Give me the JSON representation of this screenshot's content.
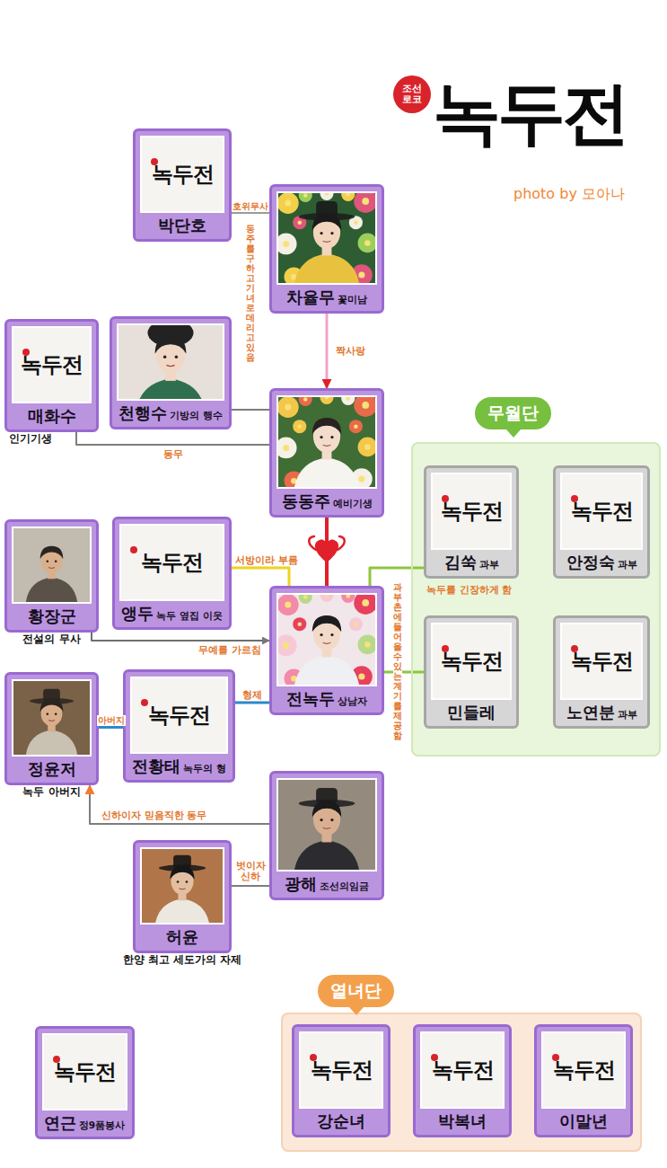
{
  "diagram": {
    "title": "녹두전",
    "nodes": [
      {
        "text": [
          "녹두전",
          "박단호"
        ]
      },
      {
        "text": [
          "차율무",
          "꽃미남"
        ]
      },
      {
        "text": [
          "녹두전",
          "매화수",
          "인기기생"
        ]
      },
      {
        "text": [
          "천행수",
          "기방의 행수"
        ]
      },
      {
        "text": [
          "동동주",
          "예비기생"
        ]
      },
      {
        "text": [
          "무월단"
        ]
      },
      {
        "text": [
          "녹두전",
          "김쑥",
          "과부"
        ],
        "in": 5
      },
      {
        "text": [
          "녹두전",
          "안정숙",
          "과부"
        ],
        "in": 5
      },
      {
        "text": [
          "황장군",
          "전설의 무사"
        ]
      },
      {
        "text": [
          "녹두전",
          "앵두",
          "녹두 옆집 이웃"
        ]
      },
      {
        "text": [
          "전녹두",
          "상남자"
        ]
      },
      {
        "text": [
          "녹두전",
          "민들레"
        ],
        "in": 5
      },
      {
        "text": [
          "녹두전",
          "노연분",
          "과부"
        ],
        "in": 5
      },
      {
        "text": [
          "정윤저",
          "녹두 아버지"
        ]
      },
      {
        "text": [
          "녹두전",
          "전황태",
          "녹두의 형"
        ]
      },
      {
        "text": [
          "광해",
          "조선의임금"
        ]
      },
      {
        "text": [
          "허윤",
          "한양 최고 세도가의 자제"
        ]
      },
      {
        "text": [
          "녹두전",
          "연근",
          "정9품봉사"
        ]
      },
      {
        "text": [
          "열녀단"
        ]
      },
      {
        "text": [
          "녹두전",
          "강순녀"
        ],
        "in": 18
      },
      {
        "text": [
          "녹두전",
          "박복녀"
        ],
        "in": 18
      },
      {
        "text": [
          "녹두전",
          "이말년"
        ],
        "in": 18
      }
    ],
    "edges": [
      {
        "from": 0,
        "to": 1,
        "label": "호위무사",
        "arrow": "none"
      },
      {
        "from": 1,
        "to": 4,
        "label": "짝사랑",
        "arrow": "to"
      },
      {
        "from": 3,
        "to": 4,
        "label": "동주를 구하고 기녀로 데리고 있음",
        "arrow": "none"
      },
      {
        "from": 2,
        "to": 4,
        "label": "동무",
        "arrow": "none"
      },
      {
        "from": 4,
        "to": 10,
        "arrow": "none"
      },
      {
        "from": 9,
        "to": 10,
        "label": "서방이라 부름",
        "arrow": "none"
      },
      {
        "from": 8,
        "to": 10,
        "label": "무예를 가르침",
        "arrow": "to"
      },
      {
        "from": 6,
        "to": 10,
        "label": "녹두를 긴장하게 함",
        "arrow": "none"
      },
      {
        "from": 11,
        "to": 10,
        "label": "과부촌에 들어올 수 있는 계기를 제공함",
        "arrow": "none"
      },
      {
        "from": 10,
        "to": 14,
        "label": "형제",
        "arrow": "none"
      },
      {
        "from": 13,
        "to": 14,
        "label": "아버지",
        "arrow": "none"
      },
      {
        "from": 15,
        "to": 13,
        "label": "신하이자 믿음직한 동무",
        "arrow": "to"
      },
      {
        "from": 16,
        "to": 15,
        "label": "벗이자 신하",
        "arrow": "none"
      }
    ],
    "labels": [
      "조선로코",
      "photo by 모아나"
    ]
  }
}
